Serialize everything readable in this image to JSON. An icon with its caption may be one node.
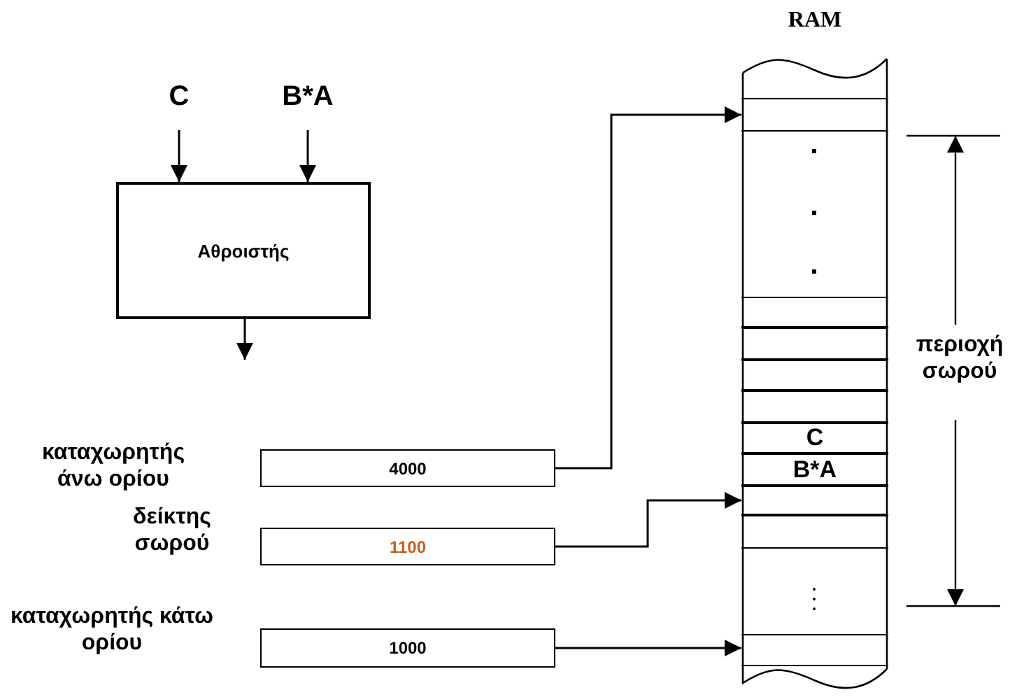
{
  "diagram": {
    "nodes": [
      {
        "text": [
          "C"
        ]
      },
      {
        "text": [
          "B*A"
        ]
      },
      {
        "text": [
          "Αθροιστής"
        ]
      },
      {
        "text": [
          "4000"
        ],
        "beside": [
          "καταχωρητής άνω ορίου"
        ]
      },
      {
        "text": [
          "1100"
        ],
        "beside": [
          "δείκτης σωρού"
        ]
      },
      {
        "text": [
          "1000"
        ],
        "beside": [
          "καταχωρητής κάτω ορίου"
        ]
      },
      {
        "text": [
          "RAM"
        ]
      },
      {
        "text": [],
        "shape": "box",
        "in": 6
      },
      {
        "text": [],
        "shape": "box",
        "in": 6
      },
      {
        "text": [],
        "shape": "box",
        "in": 6
      },
      {
        "text": [],
        "shape": "box",
        "in": 6
      },
      {
        "text": [],
        "shape": "box",
        "in": 6
      },
      {
        "text": [
          "C"
        ],
        "in": 6
      },
      {
        "text": [
          "B*A"
        ],
        "in": 6
      },
      {
        "text": [],
        "shape": "box",
        "in": 6
      },
      {
        "text": [],
        "shape": "box",
        "in": 6
      },
      {
        "text": [],
        "shape": "box",
        "in": 6
      }
    ],
    "edges": [
      {
        "from": 0,
        "to": 2,
        "arrow": "to"
      },
      {
        "from": 1,
        "to": 2,
        "arrow": "to"
      },
      {
        "from": 2,
        "to": null,
        "arrow": "to"
      },
      {
        "from": 3,
        "to": 7,
        "arrow": "to"
      },
      {
        "from": 4,
        "to": 14,
        "arrow": "to"
      },
      {
        "from": 5,
        "to": 16,
        "arrow": "to"
      }
    ],
    "labels": [
      "περιοχή σωρού"
    ]
  }
}
